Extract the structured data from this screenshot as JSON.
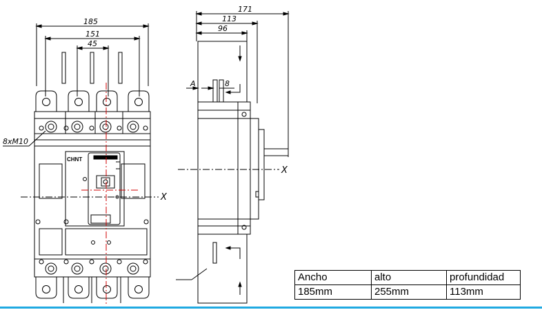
{
  "dimensions": {
    "front_width": "185",
    "front_terminal_span": "151",
    "front_pole_pitch": "45",
    "thread_spec": "8xM10",
    "side_total_depth": "171",
    "side_depth": "113",
    "side_body_depth": "96",
    "side_offset_label": "A",
    "side_small_dim": "8"
  },
  "axis_labels": {
    "front": "X",
    "side": "X"
  },
  "brand_logo_text": "CHNT",
  "table": {
    "headers": [
      "Ancho",
      "alto",
      "profundidad"
    ],
    "values": [
      "185mm",
      "255mm",
      "113mm"
    ]
  },
  "colors": {
    "accent_line": "#1fa9e1",
    "stroke": "#000000"
  }
}
